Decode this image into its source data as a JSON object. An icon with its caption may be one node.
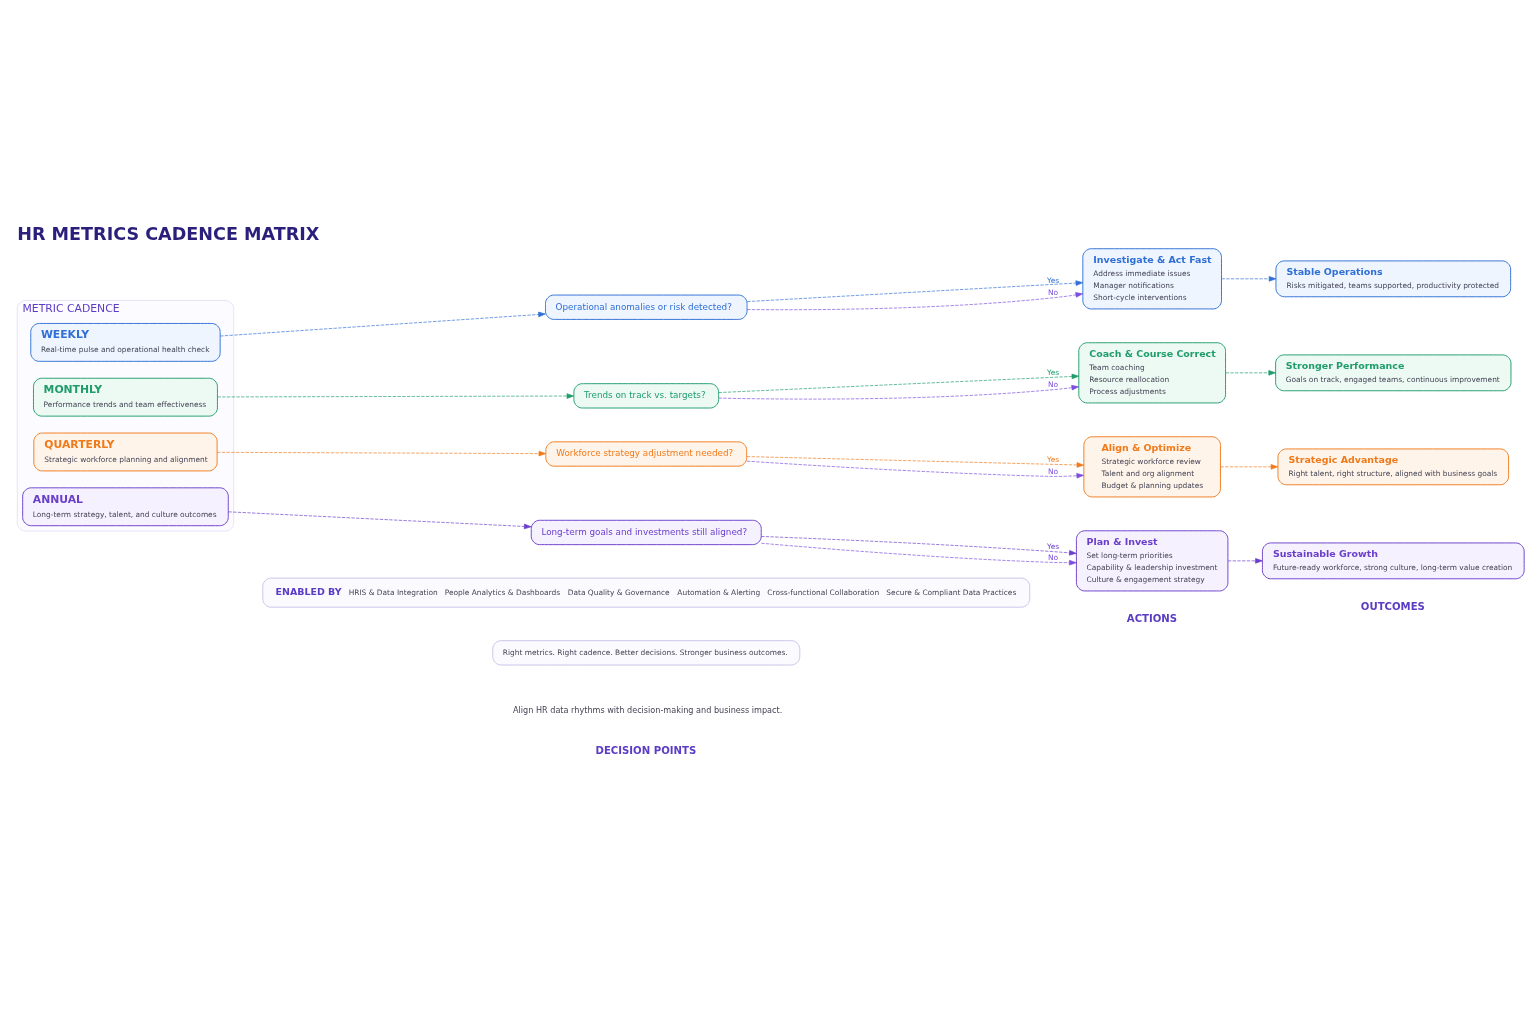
{
  "diagram": {
    "title": "HR METRICS CADENCE MATRIX",
    "nodes": [
      {
        "text": [
          "METRIC CADENCE"
        ]
      },
      {
        "text": [
          "WEEKLY",
          "Real-time pulse and operational health check"
        ],
        "in": 0
      },
      {
        "text": [
          "MONTHLY",
          "Performance trends and team effectiveness"
        ],
        "in": 0
      },
      {
        "text": [
          "QUARTERLY",
          "Strategic workforce planning and alignment"
        ],
        "in": 0
      },
      {
        "text": [
          "ANNUAL",
          "Long-term strategy, talent, and culture outcomes"
        ],
        "in": 0
      },
      {
        "text": [
          "Operational anomalies or risk detected?"
        ]
      },
      {
        "text": [
          "Trends on track vs. targets?"
        ]
      },
      {
        "text": [
          "Workforce strategy adjustment needed?"
        ]
      },
      {
        "text": [
          "Long-term goals and investments still aligned?"
        ]
      },
      {
        "text": [
          "Investigate & Act Fast",
          "Address immediate issues",
          "Manager notifications",
          "Short-cycle interventions"
        ]
      },
      {
        "text": [
          "Coach & Course Correct",
          "Team coaching",
          "Resource reallocation",
          "Process adjustments"
        ]
      },
      {
        "text": [
          "Align & Optimize",
          "Strategic workforce review",
          "Talent and org alignment",
          "Budget & planning updates"
        ]
      },
      {
        "text": [
          "Plan & Invest",
          "Set long-term priorities",
          "Capability & leadership investment",
          "Culture & engagement strategy"
        ]
      },
      {
        "text": [
          "Stable Operations",
          "Risks mitigated, teams supported, productivity protected"
        ]
      },
      {
        "text": [
          "Stronger Performance",
          "Goals on track, engaged teams, continuous improvement"
        ]
      },
      {
        "text": [
          "Strategic Advantage",
          "Right talent, right structure, aligned with business goals"
        ]
      },
      {
        "text": [
          "Sustainable Growth",
          "Future-ready workforce, strong culture, long-term value creation"
        ]
      },
      {
        "text": [
          "ENABLED BY",
          "HRIS & Data Integration",
          "People Analytics & Dashboards",
          "Data Quality & Governance",
          "Automation & Alerting",
          "Cross-functional Collaboration",
          "Secure & Compliant Data Practices"
        ]
      },
      {
        "text": [
          "Right metrics. Right cadence. Better decisions. Stronger business outcomes."
        ]
      }
    ],
    "edges": [
      {
        "from": 1,
        "to": 5,
        "arrow": "to",
        "style": "dashed",
        "color": "#2f6fd6"
      },
      {
        "from": 5,
        "to": 9,
        "label": "Yes",
        "arrow": "to",
        "style": "dashed",
        "color": "#2f6fd6"
      },
      {
        "from": 5,
        "to": 9,
        "label": "No",
        "arrow": "to",
        "style": "dashed",
        "color": "#7c4dde"
      },
      {
        "from": 9,
        "to": 13,
        "arrow": "to",
        "style": "dashed",
        "color": "#2f6fd6"
      },
      {
        "from": 2,
        "to": 6,
        "arrow": "to",
        "style": "dashed",
        "color": "#1f9d6b"
      },
      {
        "from": 6,
        "to": 10,
        "label": "Yes",
        "arrow": "to",
        "style": "dashed",
        "color": "#1f9d6b"
      },
      {
        "from": 6,
        "to": 10,
        "label": "No",
        "arrow": "to",
        "style": "dashed",
        "color": "#7c4dde"
      },
      {
        "from": 10,
        "to": 14,
        "arrow": "to",
        "style": "dashed",
        "color": "#1f9d6b"
      },
      {
        "from": 3,
        "to": 7,
        "arrow": "to",
        "style": "dashed",
        "color": "#f07a1a"
      },
      {
        "from": 7,
        "to": 11,
        "label": "Yes",
        "arrow": "to",
        "style": "dashed",
        "color": "#f07a1a"
      },
      {
        "from": 7,
        "to": 11,
        "label": "No",
        "arrow": "to",
        "style": "dashed",
        "color": "#7c4dde"
      },
      {
        "from": 11,
        "to": 15,
        "arrow": "to",
        "style": "dashed",
        "color": "#f07a1a"
      },
      {
        "from": 4,
        "to": 8,
        "arrow": "to",
        "style": "dashed",
        "color": "#6a3fc9"
      },
      {
        "from": 8,
        "to": 12,
        "label": "Yes",
        "arrow": "to",
        "style": "dashed",
        "color": "#6a3fc9"
      },
      {
        "from": 8,
        "to": 12,
        "label": "No",
        "arrow": "to",
        "style": "dashed",
        "color": "#7c4dde"
      },
      {
        "from": 12,
        "to": 16,
        "arrow": "to",
        "style": "dashed",
        "color": "#6a3fc9"
      }
    ],
    "labels": [
      "Align HR data rhythms with decision-making and business impact.",
      "DECISION POINTS",
      "ACTIONS",
      "OUTCOMES"
    ]
  }
}
